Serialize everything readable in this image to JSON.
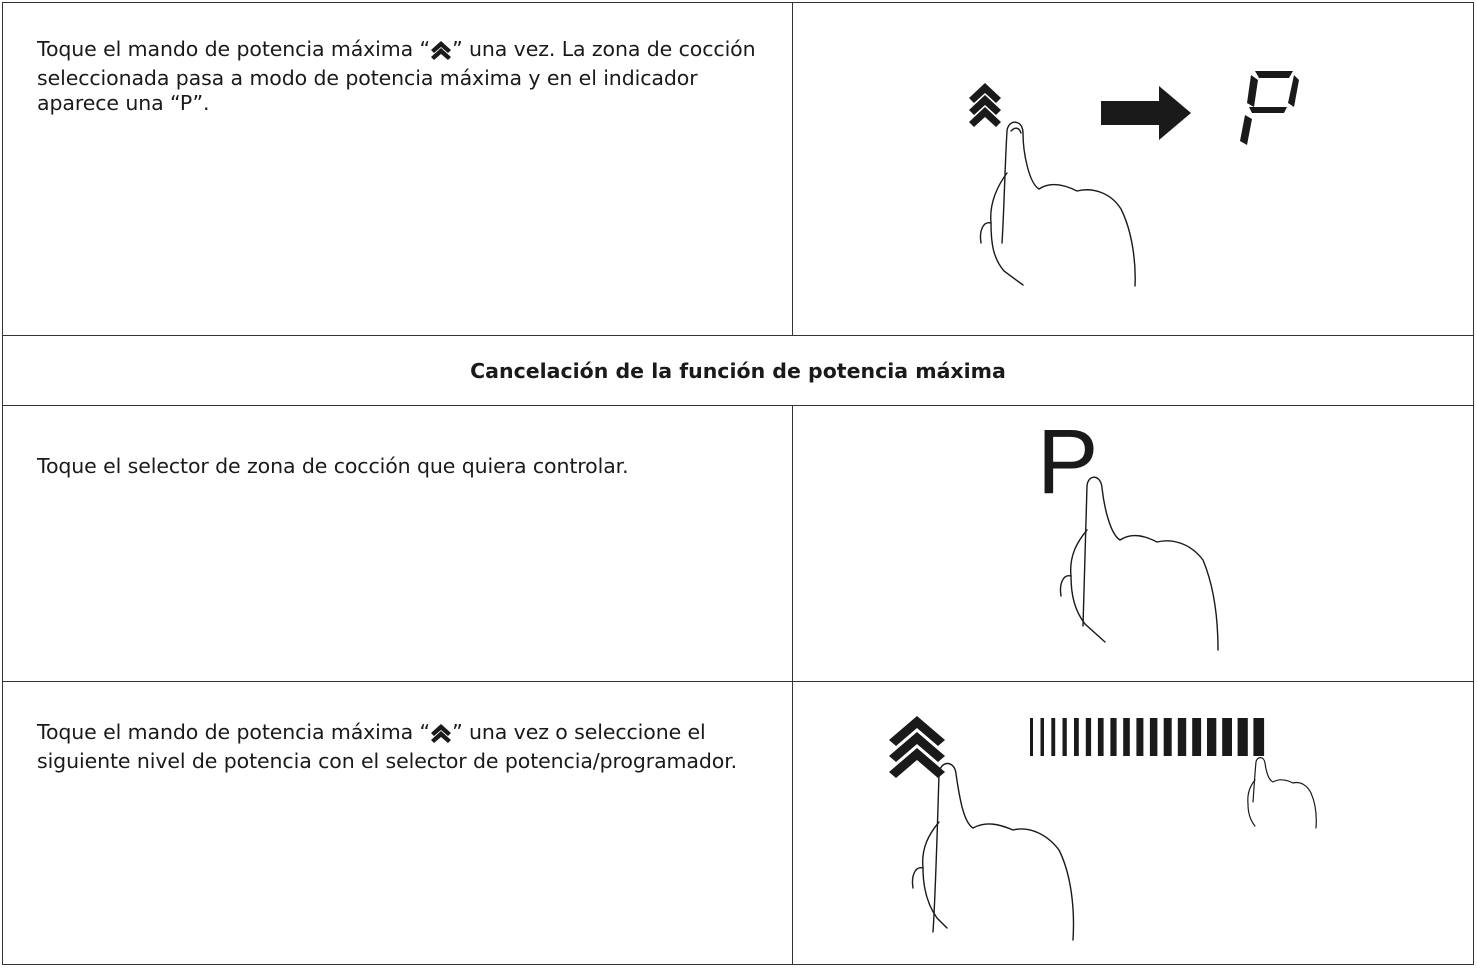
{
  "rows": [
    {
      "text_before": "Toque el mando de potencia máxima “",
      "icon": "double-chevron-up-icon",
      "text_after": "” una vez. La zona de cocción seleccionada pasa a modo de potencia máxima y en el indicador aparece una “P”."
    },
    {
      "header": "Cancelación de la función de potencia máxima"
    },
    {
      "text": "Toque el selector de zona de cocción que quiera controlar.",
      "display_letter": "P"
    },
    {
      "text_before": "Toque el mando de potencia máxima “",
      "icon": "double-chevron-up-icon",
      "text_after": "” una vez o seleccione el siguiente nivel de potencia con el selector de potencia/programador."
    }
  ],
  "colors": {
    "ink": "#1a1a1a",
    "border": "#333333"
  }
}
